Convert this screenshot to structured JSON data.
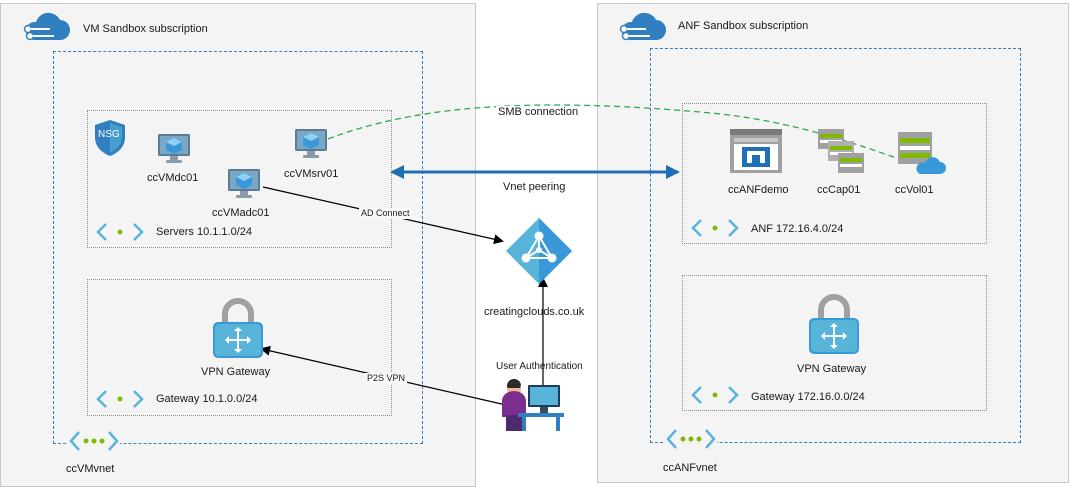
{
  "colors": {
    "azure_blue": "#2f7fc1",
    "azure_light": "#59b4d9",
    "smb_green": "#2fa84f",
    "subscription_bg": "#f4f4f4"
  },
  "left_subscription": {
    "title": "VM Sandbox subscription",
    "icon": "cloud-icon",
    "vnet_name": "ccVMvnet",
    "servers_subnet": "Servers 10.1.1.0/24",
    "gateway_subnet": "Gateway 10.1.0.0/24",
    "nsg_label": "NSG",
    "vms": [
      "ccVMdc01",
      "ccVMadc01",
      "ccVMsrv01"
    ],
    "vpn_gateway": "VPN Gateway"
  },
  "right_subscription": {
    "title": "ANF Sandbox subscription",
    "icon": "cloud-icon",
    "vnet_name": "ccANFvnet",
    "anf_subnet": "ANF 172.16.4.0/24",
    "gateway_subnet": "Gateway 172.16.0.0/24",
    "anf_account": "ccANFdemo",
    "capacity_pool": "ccCap01",
    "volume": "ccVol01",
    "vpn_gateway": "VPN Gateway"
  },
  "center": {
    "vnet_peering": "Vnet peering",
    "smb_connection": "SMB connection",
    "identity_label": "creatingclouds.co.uk",
    "ad_connect": "AD Connect",
    "p2s_vpn": "P2S VPN",
    "user_auth": "User Authentication"
  }
}
